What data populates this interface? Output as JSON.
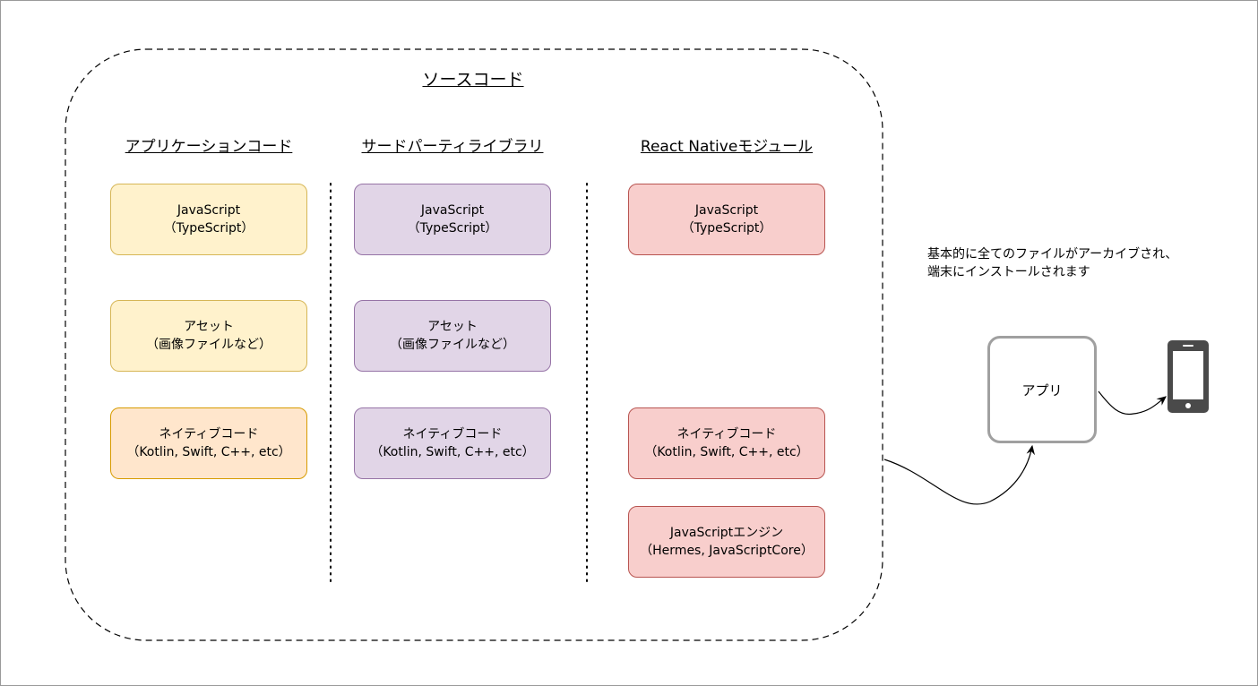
{
  "diagram": {
    "title": "ソースコード",
    "columns": [
      {
        "title": "アプリケーションコード",
        "boxes": [
          {
            "line1": "JavaScript",
            "line2": "（TypeScript）"
          },
          {
            "line1": "アセット",
            "line2": "（画像ファイルなど）"
          },
          {
            "line1": "ネイティブコード",
            "line2": "（Kotlin, Swift, C++, etc）"
          }
        ]
      },
      {
        "title": "サードパーティライブラリ",
        "boxes": [
          {
            "line1": "JavaScript",
            "line2": "（TypeScript）"
          },
          {
            "line1": "アセット",
            "line2": "（画像ファイルなど）"
          },
          {
            "line1": "ネイティブコード",
            "line2": "（Kotlin, Swift, C++, etc）"
          }
        ]
      },
      {
        "title": "React Nativeモジュール",
        "boxes": [
          {
            "line1": "JavaScript",
            "line2": "（TypeScript）"
          },
          {
            "line1": "ネイティブコード",
            "line2": "（Kotlin, Swift, C++, etc）"
          },
          {
            "line1": "JavaScriptエンジン",
            "line2": "（Hermes, JavaScriptCore）"
          }
        ]
      }
    ],
    "note_line1": "基本的に全てのファイルがアーカイブされ、",
    "note_line2": "端末にインストールされます",
    "app_label": "アプリ",
    "device_icon": "smartphone-icon",
    "colors": {
      "yellow_fill": "#fff2cc",
      "yellow_border": "#d6b656",
      "orange_fill": "#ffe6cc",
      "orange_border": "#d79b00",
      "purple_fill": "#e1d5e7",
      "purple_border": "#9673a6",
      "red_fill": "#f8cecc",
      "red_border": "#b85450"
    }
  }
}
